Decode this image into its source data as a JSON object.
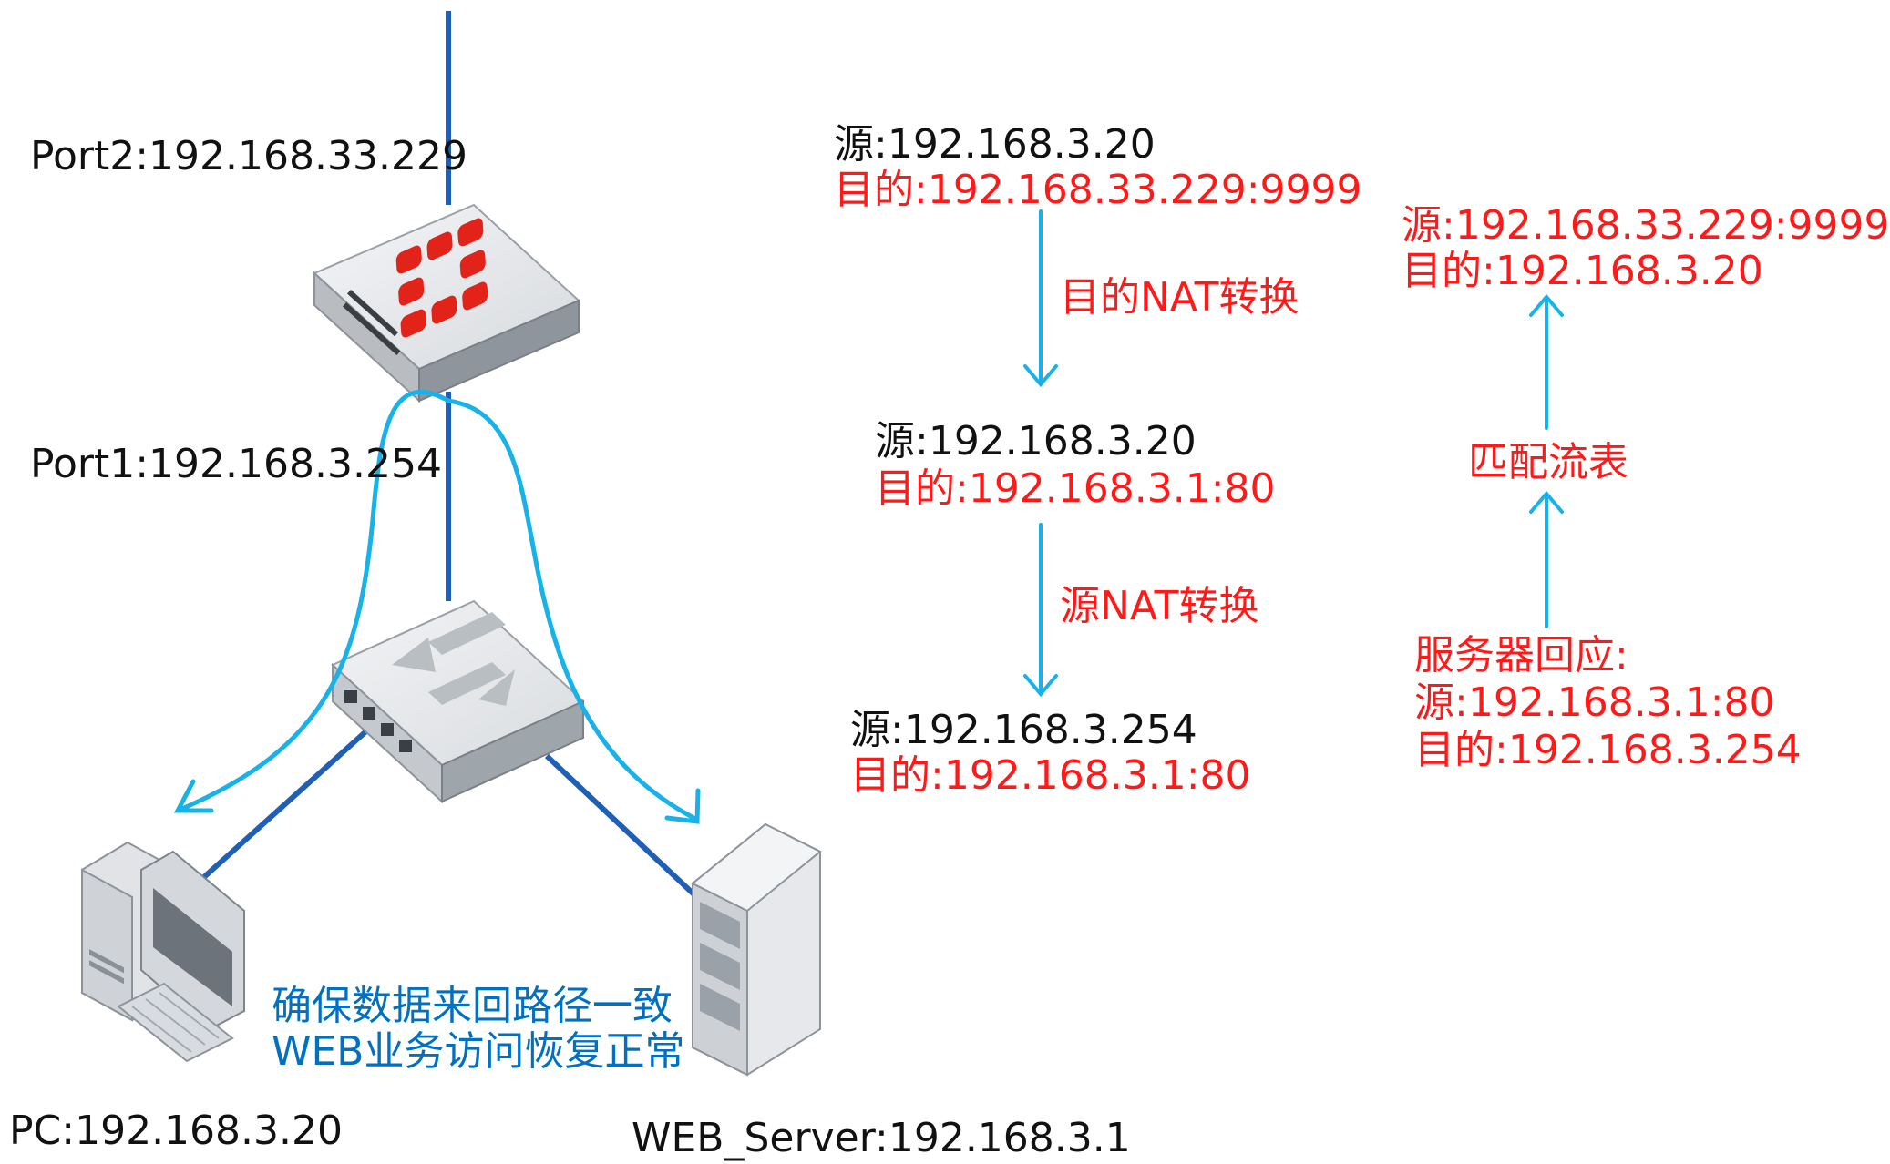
{
  "colors": {
    "black_text": "#111111",
    "red_text": "#ff1a1a",
    "blue_text": "#0070c0",
    "link_line": "#1f5fb5",
    "flow_arrow": "#18b1e8"
  },
  "nodes": {
    "firewall": {
      "icon": "fortinet-firewall-icon",
      "port2": "Port2:192.168.33.229",
      "port1": "Port1:192.168.3.254"
    },
    "switch": {
      "icon": "network-switch-icon"
    },
    "pc": {
      "icon": "desktop-computer-icon",
      "label": "PC:192.168.3.20"
    },
    "server": {
      "icon": "server-tower-icon",
      "label": "WEB_Server:192.168.3.1"
    }
  },
  "note": {
    "line1": "确保数据来回路径一致",
    "line2": "WEB业务访问恢复正常"
  },
  "flow": {
    "step1": {
      "src": "源:192.168.3.20",
      "dst": "目的:192.168.33.229:9999"
    },
    "dnat": "目的NAT转换",
    "step2": {
      "src": "源:192.168.3.20",
      "dst": "目的:192.168.3.1:80"
    },
    "snat": "源NAT转换",
    "step3": {
      "src": "源:192.168.3.254",
      "dst": "目的:192.168.3.1:80"
    }
  },
  "reply": {
    "title": "服务器回应:",
    "src": "源:192.168.3.1:80",
    "dst": "目的:192.168.3.254",
    "match": "匹配流表",
    "final_src": "源:192.168.33.229:9999",
    "final_dst": "目的:192.168.3.20"
  }
}
